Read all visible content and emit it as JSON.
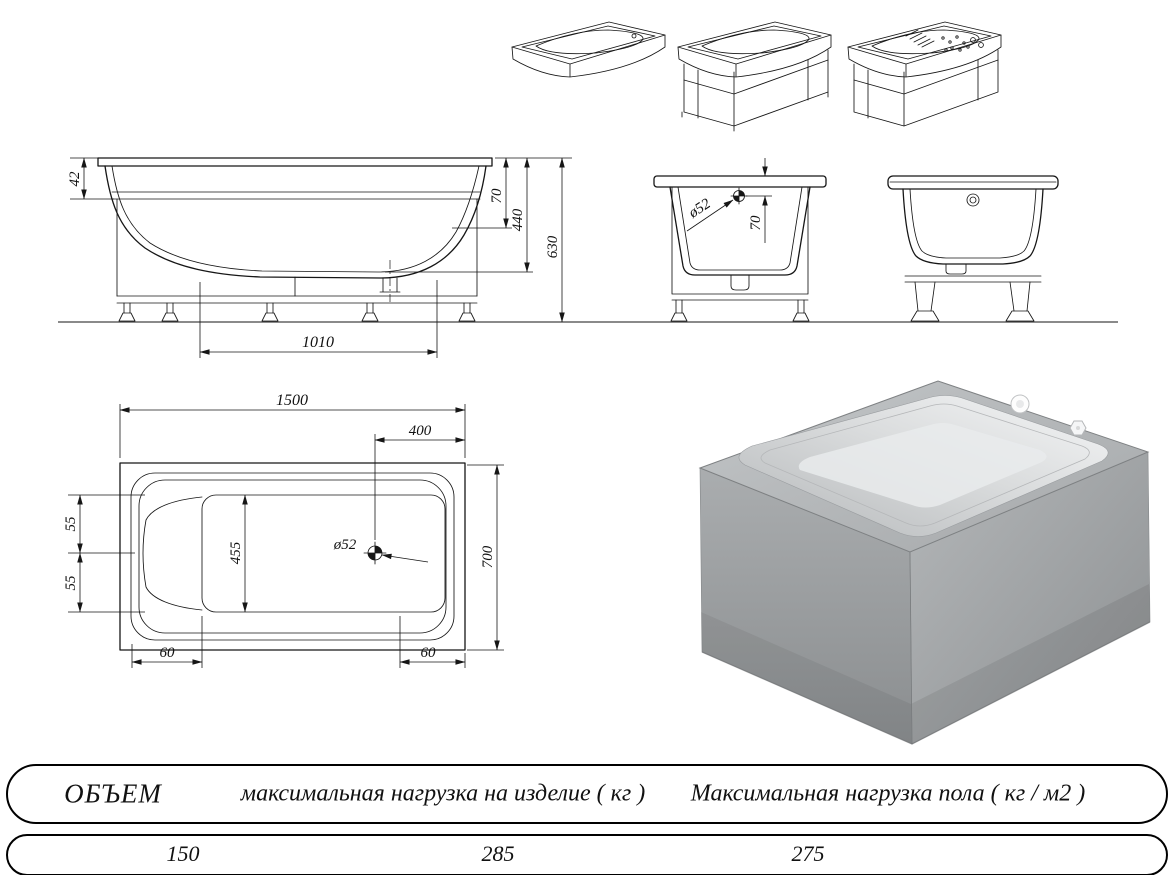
{
  "drawing": {
    "side_view": {
      "h42": "42",
      "h70": "70",
      "h440": "440",
      "h630": "630",
      "w1010": "1010"
    },
    "end_view": {
      "drain_diameter": "ø52",
      "h70": "70"
    },
    "plan_view": {
      "w1500": "1500",
      "w400": "400",
      "w455": "455",
      "h55_top": "55",
      "h55_bottom": "55",
      "h700": "700",
      "w60_left": "60",
      "w60_right": "60",
      "drain_diameter": "ø52"
    }
  },
  "table": {
    "headers": [
      "ОБЪЕМ",
      "максимальная нагрузка на изделие ( кг )",
      "Максимальная нагрузка пола ( кг / м2 )"
    ],
    "values": [
      "150",
      "285",
      "275"
    ]
  }
}
